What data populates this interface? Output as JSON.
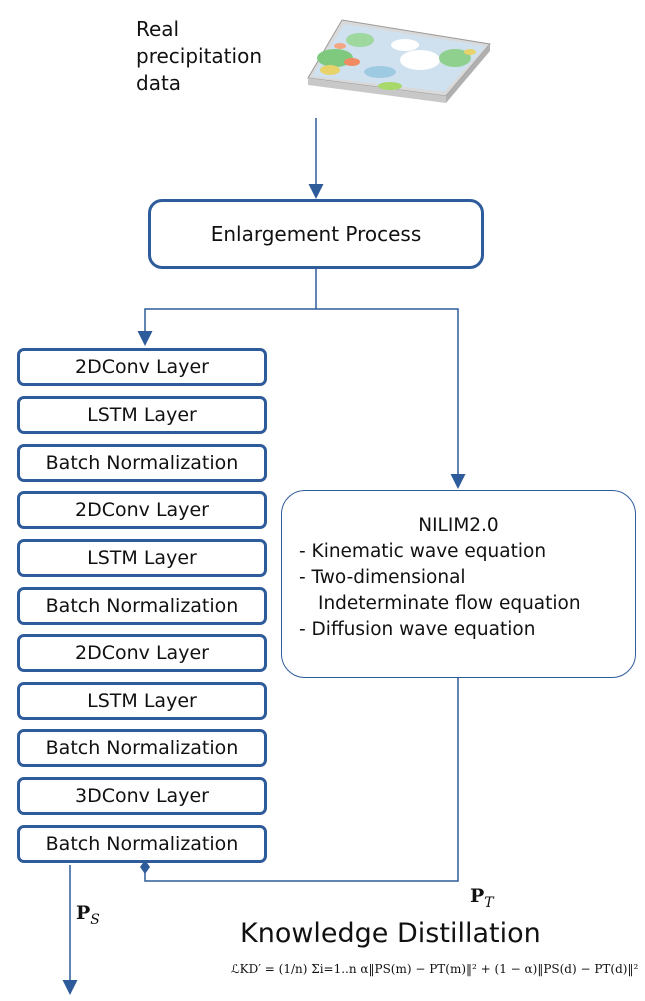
{
  "source": {
    "label_lines": [
      "Real",
      "precipitation",
      "data"
    ]
  },
  "enlargement": {
    "label": "Enlargement Process"
  },
  "student_layers": [
    "2DConv Layer",
    "LSTM Layer",
    "Batch Normalization",
    "2DConv Layer",
    "LSTM Layer",
    "Batch Normalization",
    "2DConv Layer",
    "LSTM Layer",
    "Batch Normalization",
    "3DConv Layer",
    "Batch Normalization"
  ],
  "teacher": {
    "title": "NILIM2.0",
    "items": [
      "- Kinematic wave equation",
      "- Two-dimensional",
      "Indeterminate flow equation",
      "- Diffusion wave equation"
    ]
  },
  "outputs": {
    "student_symbol": "P",
    "student_sub": "S",
    "teacher_symbol": "P",
    "teacher_sub": "T"
  },
  "distillation": {
    "title": "Knowledge Distillation",
    "formula": "ℒKD′ = (1/n) Σi=1..n α‖PS(m) − PT(m)‖² + (1 − α)‖PS(d) − PT(d)‖²"
  },
  "colors": {
    "border": "#2e5b9a",
    "arrow": "#2e5b9a",
    "heatmap_base": "#cfe0ee"
  }
}
